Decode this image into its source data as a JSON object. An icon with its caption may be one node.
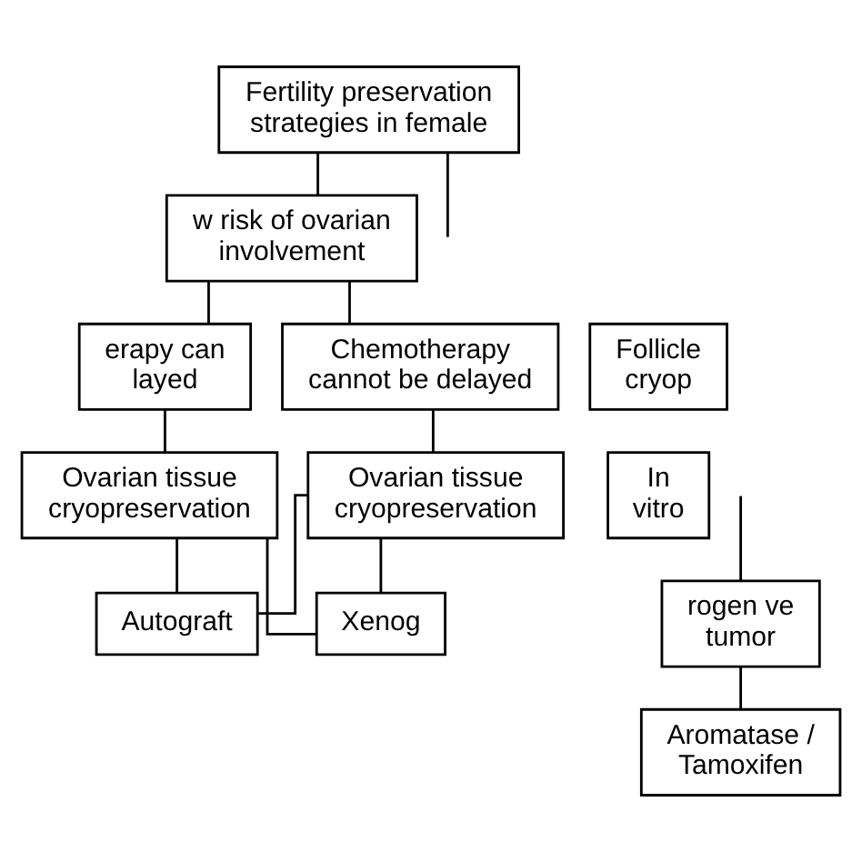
{
  "diagram": {
    "nodes": [
      {
        "text": [
          "Fertility preservation strategies in female"
        ]
      },
      {
        "text": [
          "w risk of ovarian involvement"
        ]
      },
      {
        "text": [
          "erapy can layed"
        ]
      },
      {
        "text": [
          "Chemotherapy cannot be delayed"
        ]
      },
      {
        "text": [
          "Follicle cryop"
        ]
      },
      {
        "text": [
          "Ovarian tissue cryopreservation"
        ]
      },
      {
        "text": [
          "Ovarian tissue cryopreservation"
        ]
      },
      {
        "text": [
          "In vitro"
        ]
      },
      {
        "text": [
          "rogen ve tumor"
        ]
      },
      {
        "text": [
          "Autograft"
        ]
      },
      {
        "text": [
          "Xenog"
        ]
      },
      {
        "text": [
          "Aromatase / Tamoxifen"
        ]
      }
    ],
    "edges": [
      {
        "from": 0,
        "to": 1,
        "arrow": "none"
      },
      {
        "from": 0,
        "to": null,
        "arrow": "none"
      },
      {
        "from": 1,
        "to": 2,
        "arrow": "none"
      },
      {
        "from": 1,
        "to": 3,
        "arrow": "none"
      },
      {
        "from": 2,
        "to": 5,
        "arrow": "none"
      },
      {
        "from": 3,
        "to": 6,
        "arrow": "none"
      },
      {
        "from": 5,
        "to": 9,
        "arrow": "none"
      },
      {
        "from": 5,
        "to": 10,
        "arrow": "none"
      },
      {
        "from": 6,
        "to": 9,
        "arrow": "none"
      },
      {
        "from": 6,
        "to": 10,
        "arrow": "none"
      },
      {
        "from": null,
        "to": 8,
        "arrow": "none"
      },
      {
        "from": 8,
        "to": 11,
        "arrow": "none"
      }
    ]
  }
}
